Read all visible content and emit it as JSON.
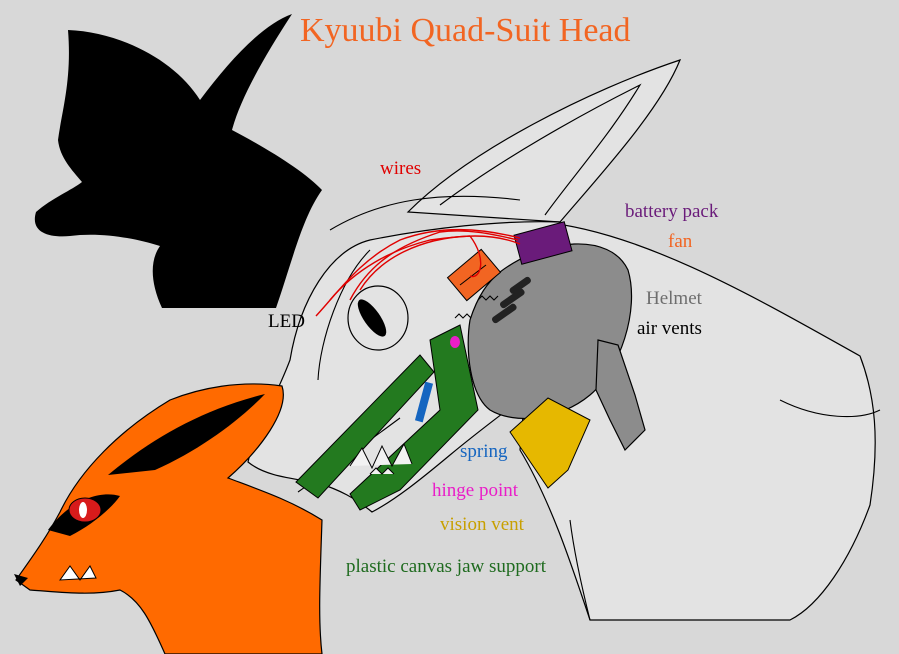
{
  "title": "Kyuubi Quad-Suit Head",
  "labels": {
    "wires": "wires",
    "battery_pack": "battery pack",
    "fan": "fan",
    "helmet": "Helmet",
    "air_vents": "air vents",
    "led": "LED",
    "spring": "spring",
    "hinge_point": "hinge point",
    "vision_vent": "vision vent",
    "jaw_support": "plastic canvas jaw support"
  },
  "colors": {
    "background": "#d8d8d8",
    "title": "#f26522",
    "wires": "#e00000",
    "battery_pack": "#6a1b7a",
    "fan": "#f26522",
    "helmet": "#808080",
    "helmet_fill": "#8c8c8c",
    "air_vents": "#000000",
    "led": "#000000",
    "spring": "#1565c0",
    "hinge_point": "#e91ec8",
    "vision_vent": "#c8a000",
    "vision_fill": "#e6b800",
    "jaw_support": "#1f6b1f",
    "jaw_fill": "#237a1f",
    "fox_orange": "#ff6a00",
    "silhouette": "#000000",
    "sketch_fill": "#e2e2e2",
    "eye_red": "#d81b1b"
  }
}
